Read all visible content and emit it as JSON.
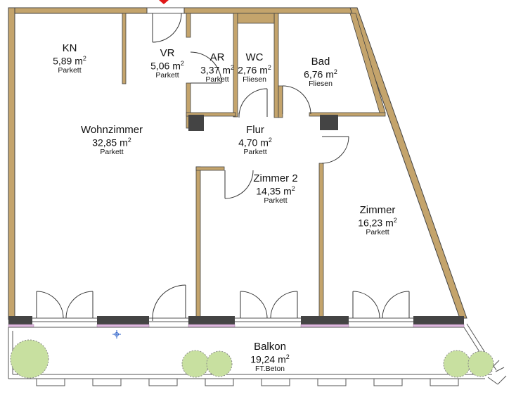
{
  "rooms": {
    "kn": {
      "name": "KN",
      "area": "5,89",
      "unit": "m",
      "floor": "Parkett"
    },
    "vr": {
      "name": "VR",
      "area": "5,06",
      "unit": "m",
      "floor": "Parkett"
    },
    "ar": {
      "name": "AR",
      "area": "3,37",
      "unit": "m",
      "floor": "Parkett"
    },
    "wc": {
      "name": "WC",
      "area": "2,76",
      "unit": "m",
      "floor": "Fliesen"
    },
    "bad": {
      "name": "Bad",
      "area": "6,76",
      "unit": "m",
      "floor": "Fliesen"
    },
    "wohn": {
      "name": "Wohnzimmer",
      "area": "32,85",
      "unit": "m",
      "floor": "Parkett"
    },
    "flur": {
      "name": "Flur",
      "area": "4,70",
      "unit": "m",
      "floor": "Parkett"
    },
    "zimmer2": {
      "name": "Zimmer 2",
      "area": "14,35",
      "unit": "m",
      "floor": "Parkett"
    },
    "zimmer": {
      "name": "Zimmer",
      "area": "16,23",
      "unit": "m",
      "floor": "Parkett"
    },
    "balkon": {
      "name": "Balkon",
      "area": "19,24",
      "unit": "m",
      "floor": "FT.Beton"
    }
  },
  "unit_exp": "2",
  "colors": {
    "wall": "#c4a46c",
    "wall_outline": "#444444",
    "column": "#444444",
    "sill": "#e0b8e0",
    "tree_fill": "#c8e0a0",
    "marker": "#2a5fc8",
    "entrance": "#e01818"
  },
  "icons": {
    "trees": "tree-icon",
    "entrance": "entrance-marker-icon",
    "plus": "crosshair-icon"
  }
}
